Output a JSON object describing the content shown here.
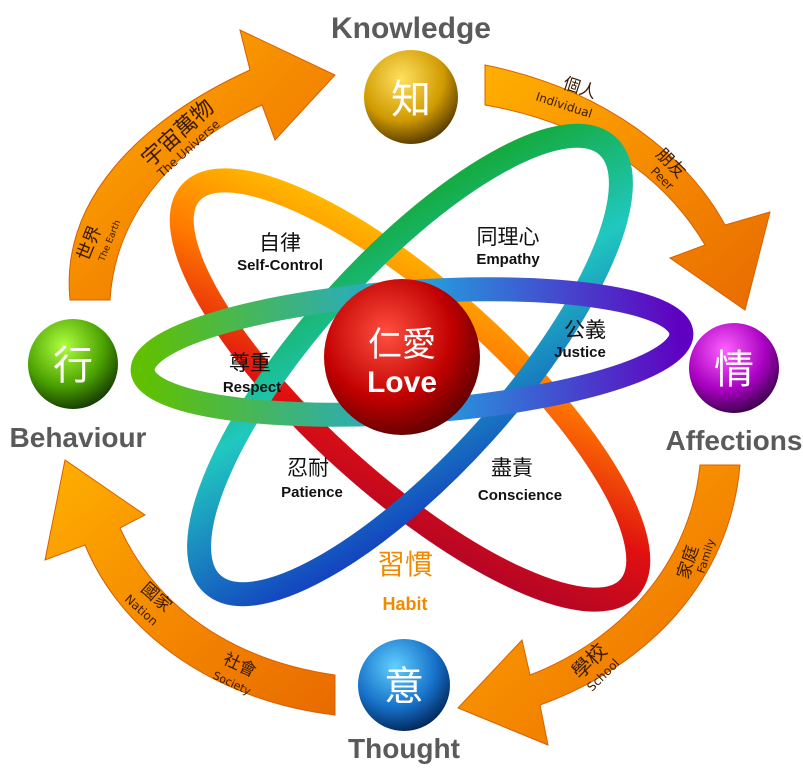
{
  "center": {
    "zh": "仁愛",
    "en": "Love",
    "color": "#c00000"
  },
  "nodes": {
    "knowledge": {
      "zh": "知",
      "en": "Knowledge",
      "color": "#e0a400"
    },
    "affections": {
      "zh": "情",
      "en": "Affections",
      "color": "#b000c8"
    },
    "thought": {
      "zh": "意",
      "en": "Thought",
      "color": "#1a7fd0"
    },
    "behaviour": {
      "zh": "行",
      "en": "Behaviour",
      "color": "#5fae00"
    }
  },
  "virtues": {
    "self_control": {
      "zh": "自律",
      "en": "Self-Control"
    },
    "empathy": {
      "zh": "同理心",
      "en": "Empathy"
    },
    "justice": {
      "zh": "公義",
      "en": "Justice"
    },
    "respect": {
      "zh": "尊重",
      "en": "Respect"
    },
    "patience": {
      "zh": "忍耐",
      "en": "Patience"
    },
    "conscience": {
      "zh": "盡責",
      "en": "Conscience"
    }
  },
  "habit": {
    "zh": "習慣",
    "en": "Habit",
    "color": "#f08a00"
  },
  "arrow_labels": {
    "universe": {
      "zh": "宇宙萬物",
      "en": "The Universe"
    },
    "earth": {
      "zh": "世界",
      "en": "The Earth"
    },
    "individual": {
      "zh": "個人",
      "en": "Individual"
    },
    "peer": {
      "zh": "朋友",
      "en": "Peer"
    },
    "family": {
      "zh": "家庭",
      "en": "Family"
    },
    "school": {
      "zh": "學校",
      "en": "School"
    },
    "nation": {
      "zh": "國家",
      "en": "Nation"
    },
    "society": {
      "zh": "社會",
      "en": "Society"
    }
  }
}
